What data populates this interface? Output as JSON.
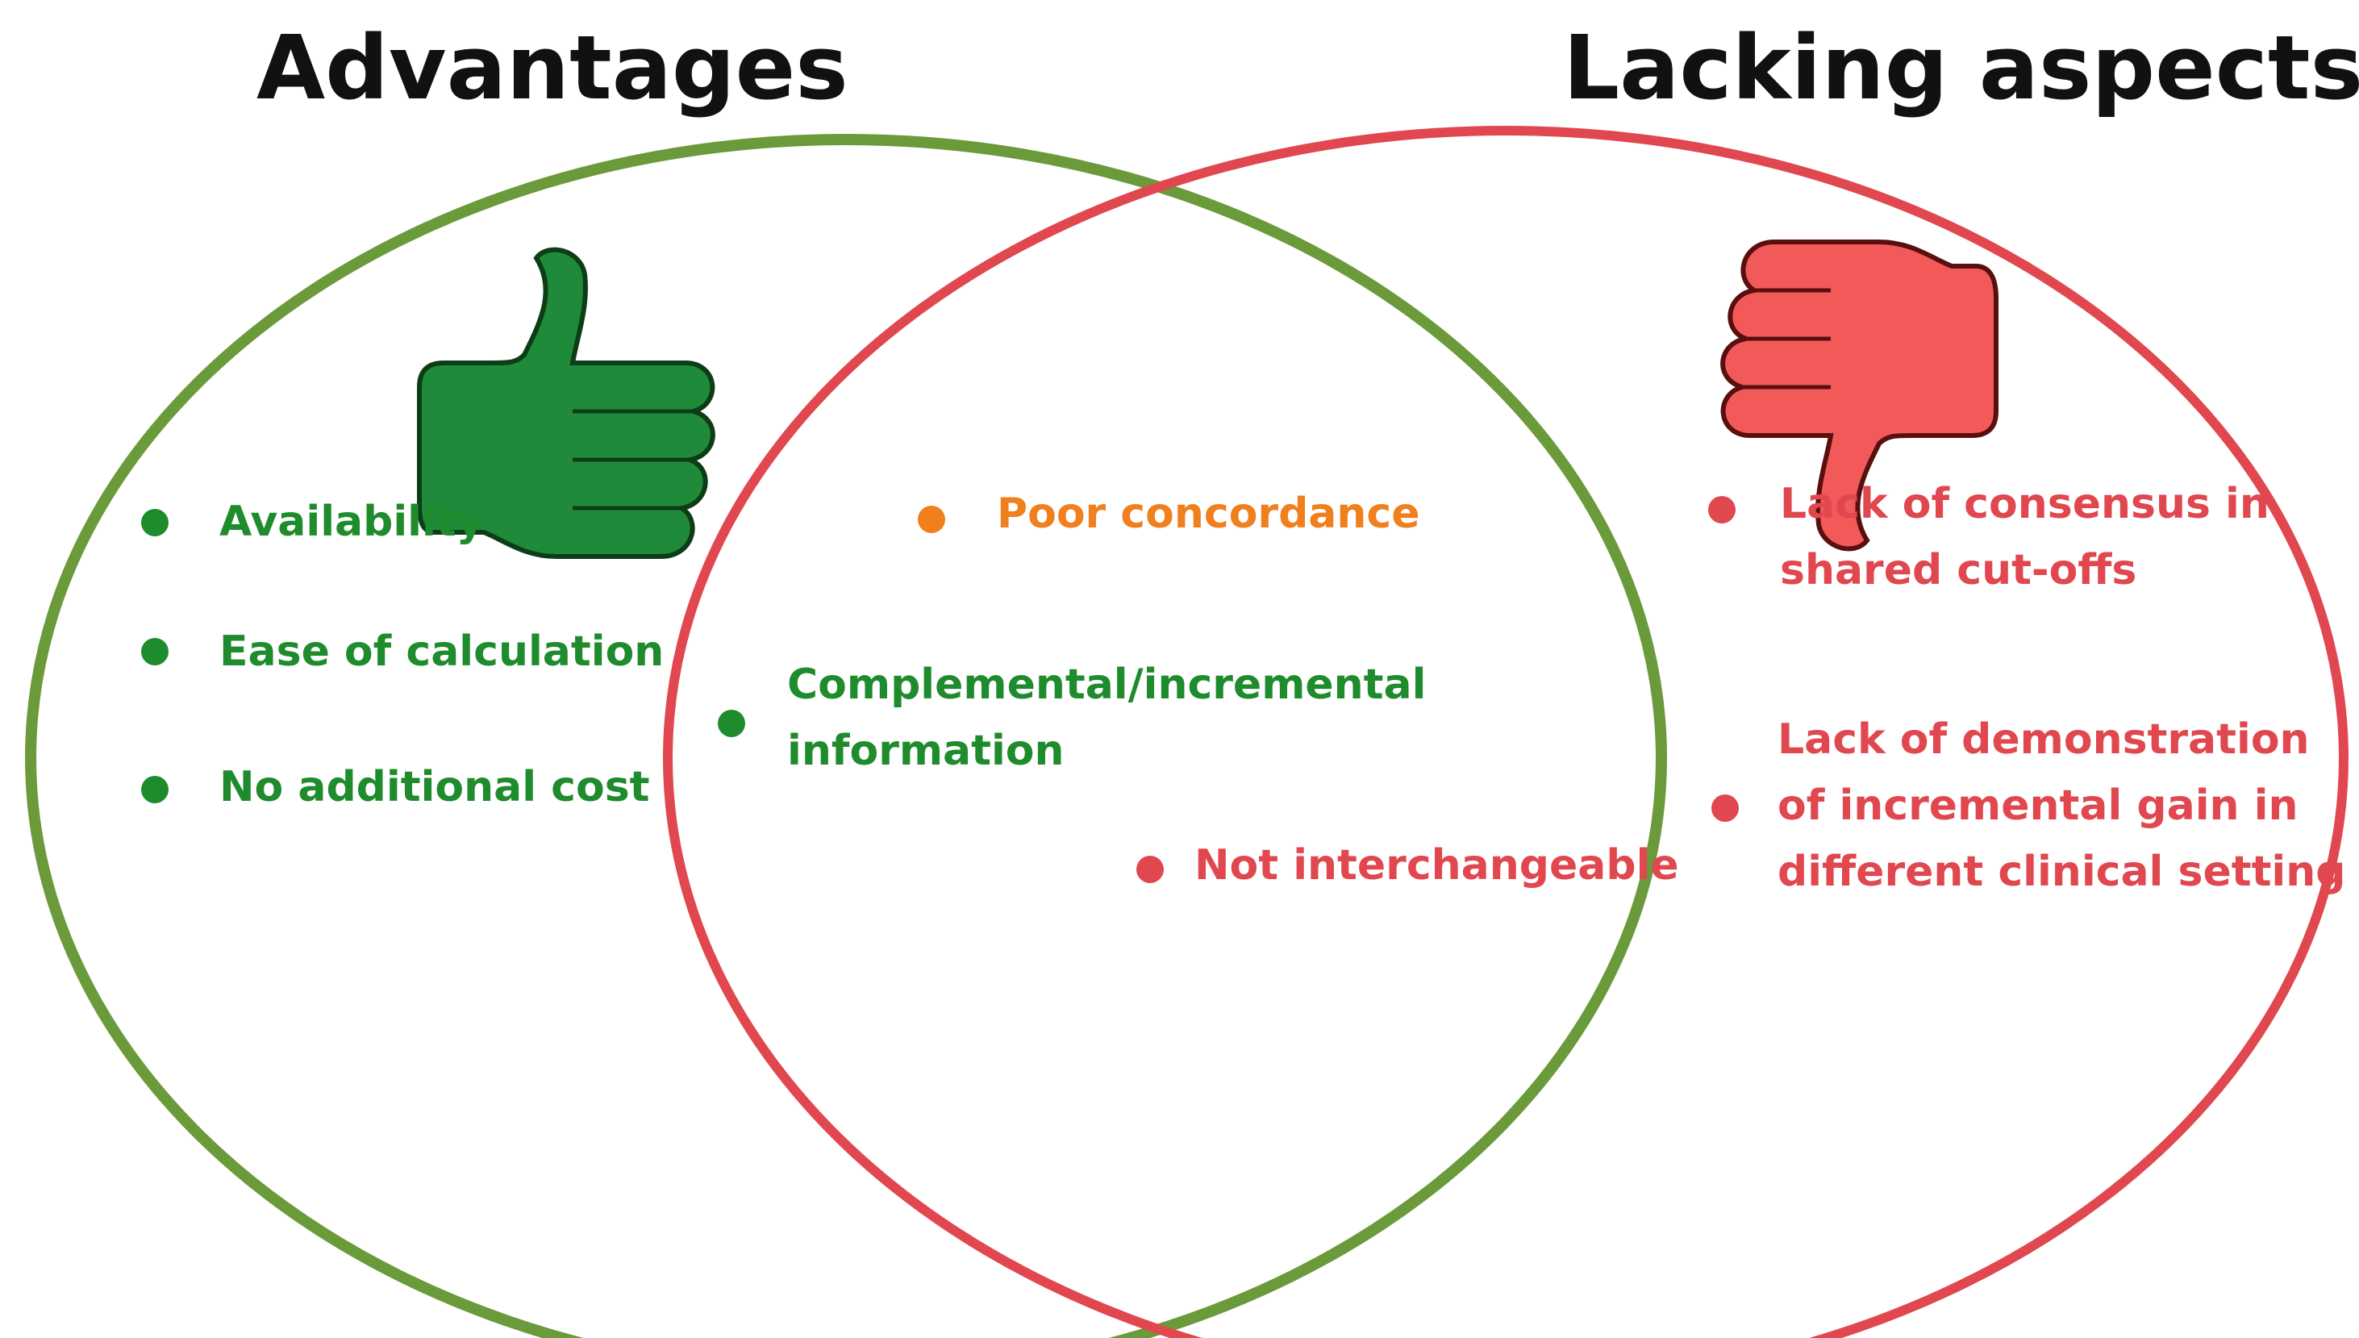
{
  "title_left": "Advantages",
  "title_right": "Lacking aspects",
  "colors": {
    "green_circle": "#6a9a3a",
    "red_circle": "#e0474f",
    "green_text": "#1e8b2c",
    "red_text": "#e0474f",
    "orange_text": "#f07f1e",
    "thumb_up": "#1f8a3a",
    "thumb_down": "#f25a5a"
  },
  "icons": {
    "left": "thumbs-up-icon",
    "right": "thumbs-down-icon"
  },
  "advantages": [
    "Availability",
    "Ease of calculation",
    "No additional cost"
  ],
  "shared": {
    "poor_concordance": "Poor concordance",
    "complemental_line1": "Complemental/incremental",
    "complemental_line2": "information",
    "not_interchangeable": "Not interchangeable"
  },
  "lacking": {
    "item1_line1": "Lack of consensus in",
    "item1_line2": "shared cut-offs",
    "item2_line1": "Lack of demonstration",
    "item2_line2": "of incremental gain in",
    "item2_line3": "different clinical setting"
  }
}
